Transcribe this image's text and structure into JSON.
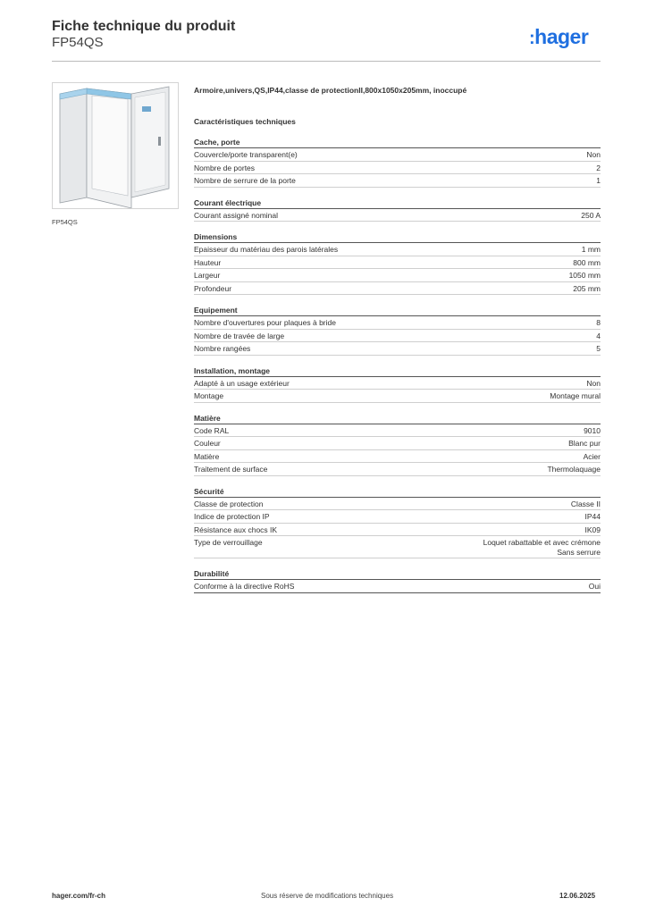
{
  "header": {
    "title": "Fiche technique du produit",
    "subtitle": "FP54QS",
    "logo_text": "hager",
    "logo_color": "#1f6fe0"
  },
  "product": {
    "image_caption": "FP54QS",
    "description": "Armoire,univers,QS,IP44,classe de protectionII,800x1050x205mm, inoccupé"
  },
  "specs_heading": "Caractéristiques techniques",
  "sections": [
    {
      "title": "Cache, porte",
      "rows": [
        {
          "label": "Couvercle/porte transparent(e)",
          "value": "Non"
        },
        {
          "label": "Nombre de portes",
          "value": "2"
        },
        {
          "label": "Nombre de serrure de la porte",
          "value": "1"
        }
      ]
    },
    {
      "title": "Courant électrique",
      "rows": [
        {
          "label": "Courant assigné nominal",
          "value": "250 A"
        }
      ]
    },
    {
      "title": "Dimensions",
      "rows": [
        {
          "label": "Epaisseur du matériau des parois latérales",
          "value": "1 mm"
        },
        {
          "label": "Hauteur",
          "value": "800 mm"
        },
        {
          "label": "Largeur",
          "value": "1050 mm"
        },
        {
          "label": "Profondeur",
          "value": "205 mm"
        }
      ]
    },
    {
      "title": "Equipement",
      "rows": [
        {
          "label": "Nombre d'ouvertures pour plaques à bride",
          "value": "8"
        },
        {
          "label": "Nombre de travée de large",
          "value": "4"
        },
        {
          "label": "Nombre rangées",
          "value": "5"
        }
      ]
    },
    {
      "title": "Installation, montage",
      "rows": [
        {
          "label": "Adapté à un usage extérieur",
          "value": "Non"
        },
        {
          "label": "Montage",
          "value": "Montage mural"
        }
      ]
    },
    {
      "title": "Matière",
      "rows": [
        {
          "label": "Code RAL",
          "value": "9010"
        },
        {
          "label": "Couleur",
          "value": "Blanc pur"
        },
        {
          "label": "Matière",
          "value": "Acier"
        },
        {
          "label": "Traitement de surface",
          "value": "Thermolaquage"
        }
      ]
    },
    {
      "title": "Sécurité",
      "rows": [
        {
          "label": "Classe de protection",
          "value": "Classe II"
        },
        {
          "label": "Indice de protection IP",
          "value": "IP44"
        },
        {
          "label": "Résistance aux chocs IK",
          "value": "IK09"
        },
        {
          "label": "Type de verrouillage",
          "value": "Loquet rabattable et avec crémone",
          "value2": "Sans serrure"
        }
      ]
    },
    {
      "title": "Durabilité",
      "rows": [
        {
          "label": "Conforme à la directive RoHS",
          "value": "Oui"
        }
      ]
    }
  ],
  "footer": {
    "website": "hager.com/fr-ch",
    "note": "Sous réserve de modifications techniques",
    "date": "12.06.2025"
  }
}
